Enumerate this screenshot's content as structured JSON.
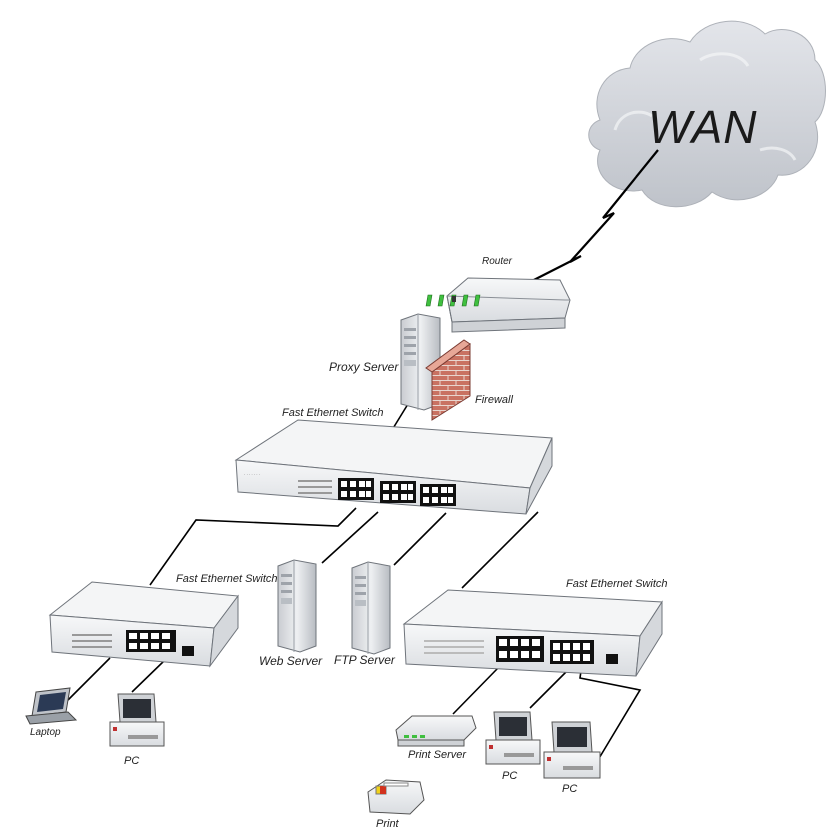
{
  "diagram": {
    "cloud_label": "WAN",
    "router_label": "Router",
    "proxy_label": "Proxy Server",
    "firewall_label": "Firewall",
    "core_switch_label": "Fast Ethernet Switch",
    "left_switch_label": "Fast Ethernet Switch",
    "right_switch_label": "Fast Ethernet Switch",
    "web_server_label": "Web Server",
    "ftp_server_label": "FTP Server",
    "laptop_label": "Laptop",
    "pc_left_label": "PC",
    "print_server_label": "Print Server",
    "pc_right1_label": "PC",
    "pc_right2_label": "PC",
    "printer_label": "Print"
  },
  "colors": {
    "cloud": "#cfd2d8",
    "device_body": "#eef0f2",
    "device_edge": "#7a7f86",
    "port": "#111111",
    "led": "#3fbf3f",
    "brick": "#c86b5e",
    "link": "#000000"
  }
}
